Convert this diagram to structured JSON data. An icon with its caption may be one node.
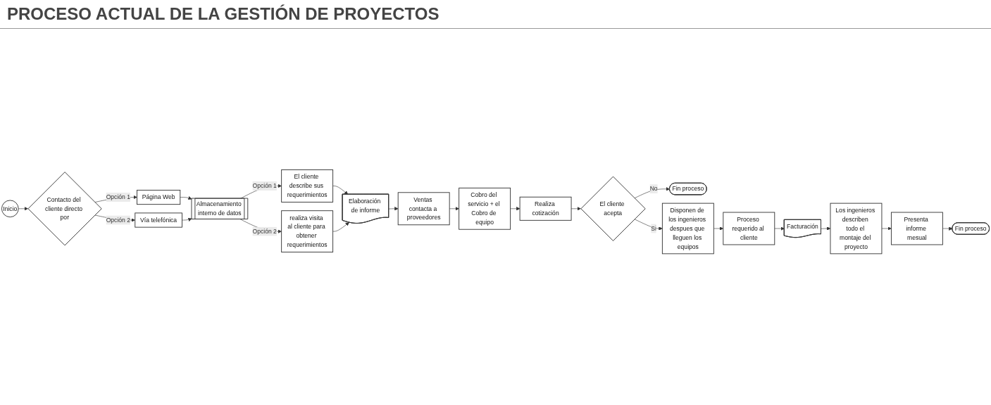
{
  "diagram": {
    "title": "PROCESO ACTUAL DE LA GESTIÓN DE PROYECTOS",
    "nodes": [
      {
        "text": [
          "Inicio"
        ]
      },
      {
        "text": [
          "Contacto del cliente directo por"
        ]
      },
      {
        "text": [
          "Página Web"
        ]
      },
      {
        "text": [
          "Vía telefónica"
        ]
      },
      {
        "text": [
          "Almacenamiento interno de datos"
        ]
      },
      {
        "text": [
          "El cliente describe sus requerimientos"
        ]
      },
      {
        "text": [
          "realiza visita al cliente para obtener requerimientos"
        ]
      },
      {
        "text": [
          "Elaboración de informe"
        ]
      },
      {
        "text": [
          "Ventas contacta a proveedores"
        ]
      },
      {
        "text": [
          "Cobro del servicio + el Cobro de equipo"
        ]
      },
      {
        "text": [
          "Realiza cotización"
        ]
      },
      {
        "text": [
          "El cliente acepta"
        ]
      },
      {
        "text": [
          "Fin proceso"
        ]
      },
      {
        "text": [
          "Disponen de los ingenieros despues que lleguen los equipos"
        ]
      },
      {
        "text": [
          "Proceso requerido al cliente"
        ]
      },
      {
        "text": [
          "Facturación"
        ]
      },
      {
        "text": [
          "Los ingenieros describen todo el montaje del proyecto"
        ]
      },
      {
        "text": [
          "Presenta informe mesual"
        ]
      },
      {
        "text": [
          "Fin proceso"
        ]
      }
    ],
    "edges": [
      {
        "from": 0,
        "to": 1,
        "arrow": "to"
      },
      {
        "from": 1,
        "to": 2,
        "arrow": "to",
        "label": "Opción 1"
      },
      {
        "from": 1,
        "to": 3,
        "arrow": "to",
        "label": "Opción 2"
      },
      {
        "from": 2,
        "to": 4,
        "arrow": "to"
      },
      {
        "from": 3,
        "to": 4,
        "arrow": "to"
      },
      {
        "from": 4,
        "to": 6,
        "arrow": "to",
        "label": "Opción 2"
      },
      {
        "from": 4,
        "to": 5,
        "arrow": "to",
        "label": "Opción 1"
      },
      {
        "from": 5,
        "to": 7,
        "arrow": "to"
      },
      {
        "from": 6,
        "to": 7,
        "arrow": "to"
      },
      {
        "from": 7,
        "to": 8,
        "arrow": "to"
      },
      {
        "from": 8,
        "to": 9,
        "arrow": "to"
      },
      {
        "from": 9,
        "to": 10,
        "arrow": "to"
      },
      {
        "from": 10,
        "to": 11,
        "arrow": "to"
      },
      {
        "from": 11,
        "to": 13,
        "arrow": "to",
        "label": "Si"
      },
      {
        "from": 11,
        "to": 12,
        "arrow": "to",
        "label": "No"
      },
      {
        "from": 13,
        "to": 14,
        "arrow": "to"
      },
      {
        "from": 14,
        "to": 15,
        "arrow": "to"
      },
      {
        "from": 15,
        "to": 16,
        "arrow": "to"
      },
      {
        "from": 16,
        "to": 17,
        "arrow": "to"
      },
      {
        "from": 17,
        "to": 18,
        "arrow": "to"
      }
    ]
  }
}
